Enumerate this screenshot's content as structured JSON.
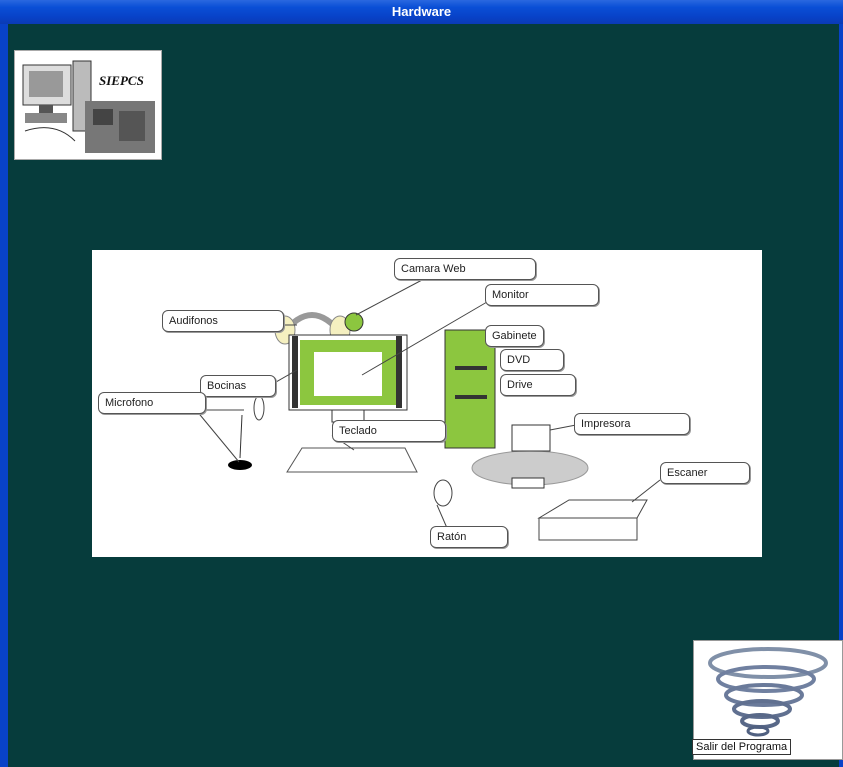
{
  "window": {
    "title": "Hardware"
  },
  "logo": {
    "text": "SIEPCS"
  },
  "diagram": {
    "labels": {
      "camara_web": "Camara Web",
      "monitor": "Monitor",
      "audifonos": "Audifonos",
      "gabinete": "Gabinete",
      "dvd": "DVD",
      "bocinas": "Bocinas",
      "drive": "Drive",
      "microfono": "Microfono",
      "impresora": "Impresora",
      "teclado": "Teclado",
      "escaner": "Escaner",
      "raton": "Ratón"
    }
  },
  "exit": {
    "label": "Salir del Programa"
  },
  "colors": {
    "background": "#063c3c",
    "accent_green": "#8cc63f",
    "titlebar": "#0842c8"
  }
}
